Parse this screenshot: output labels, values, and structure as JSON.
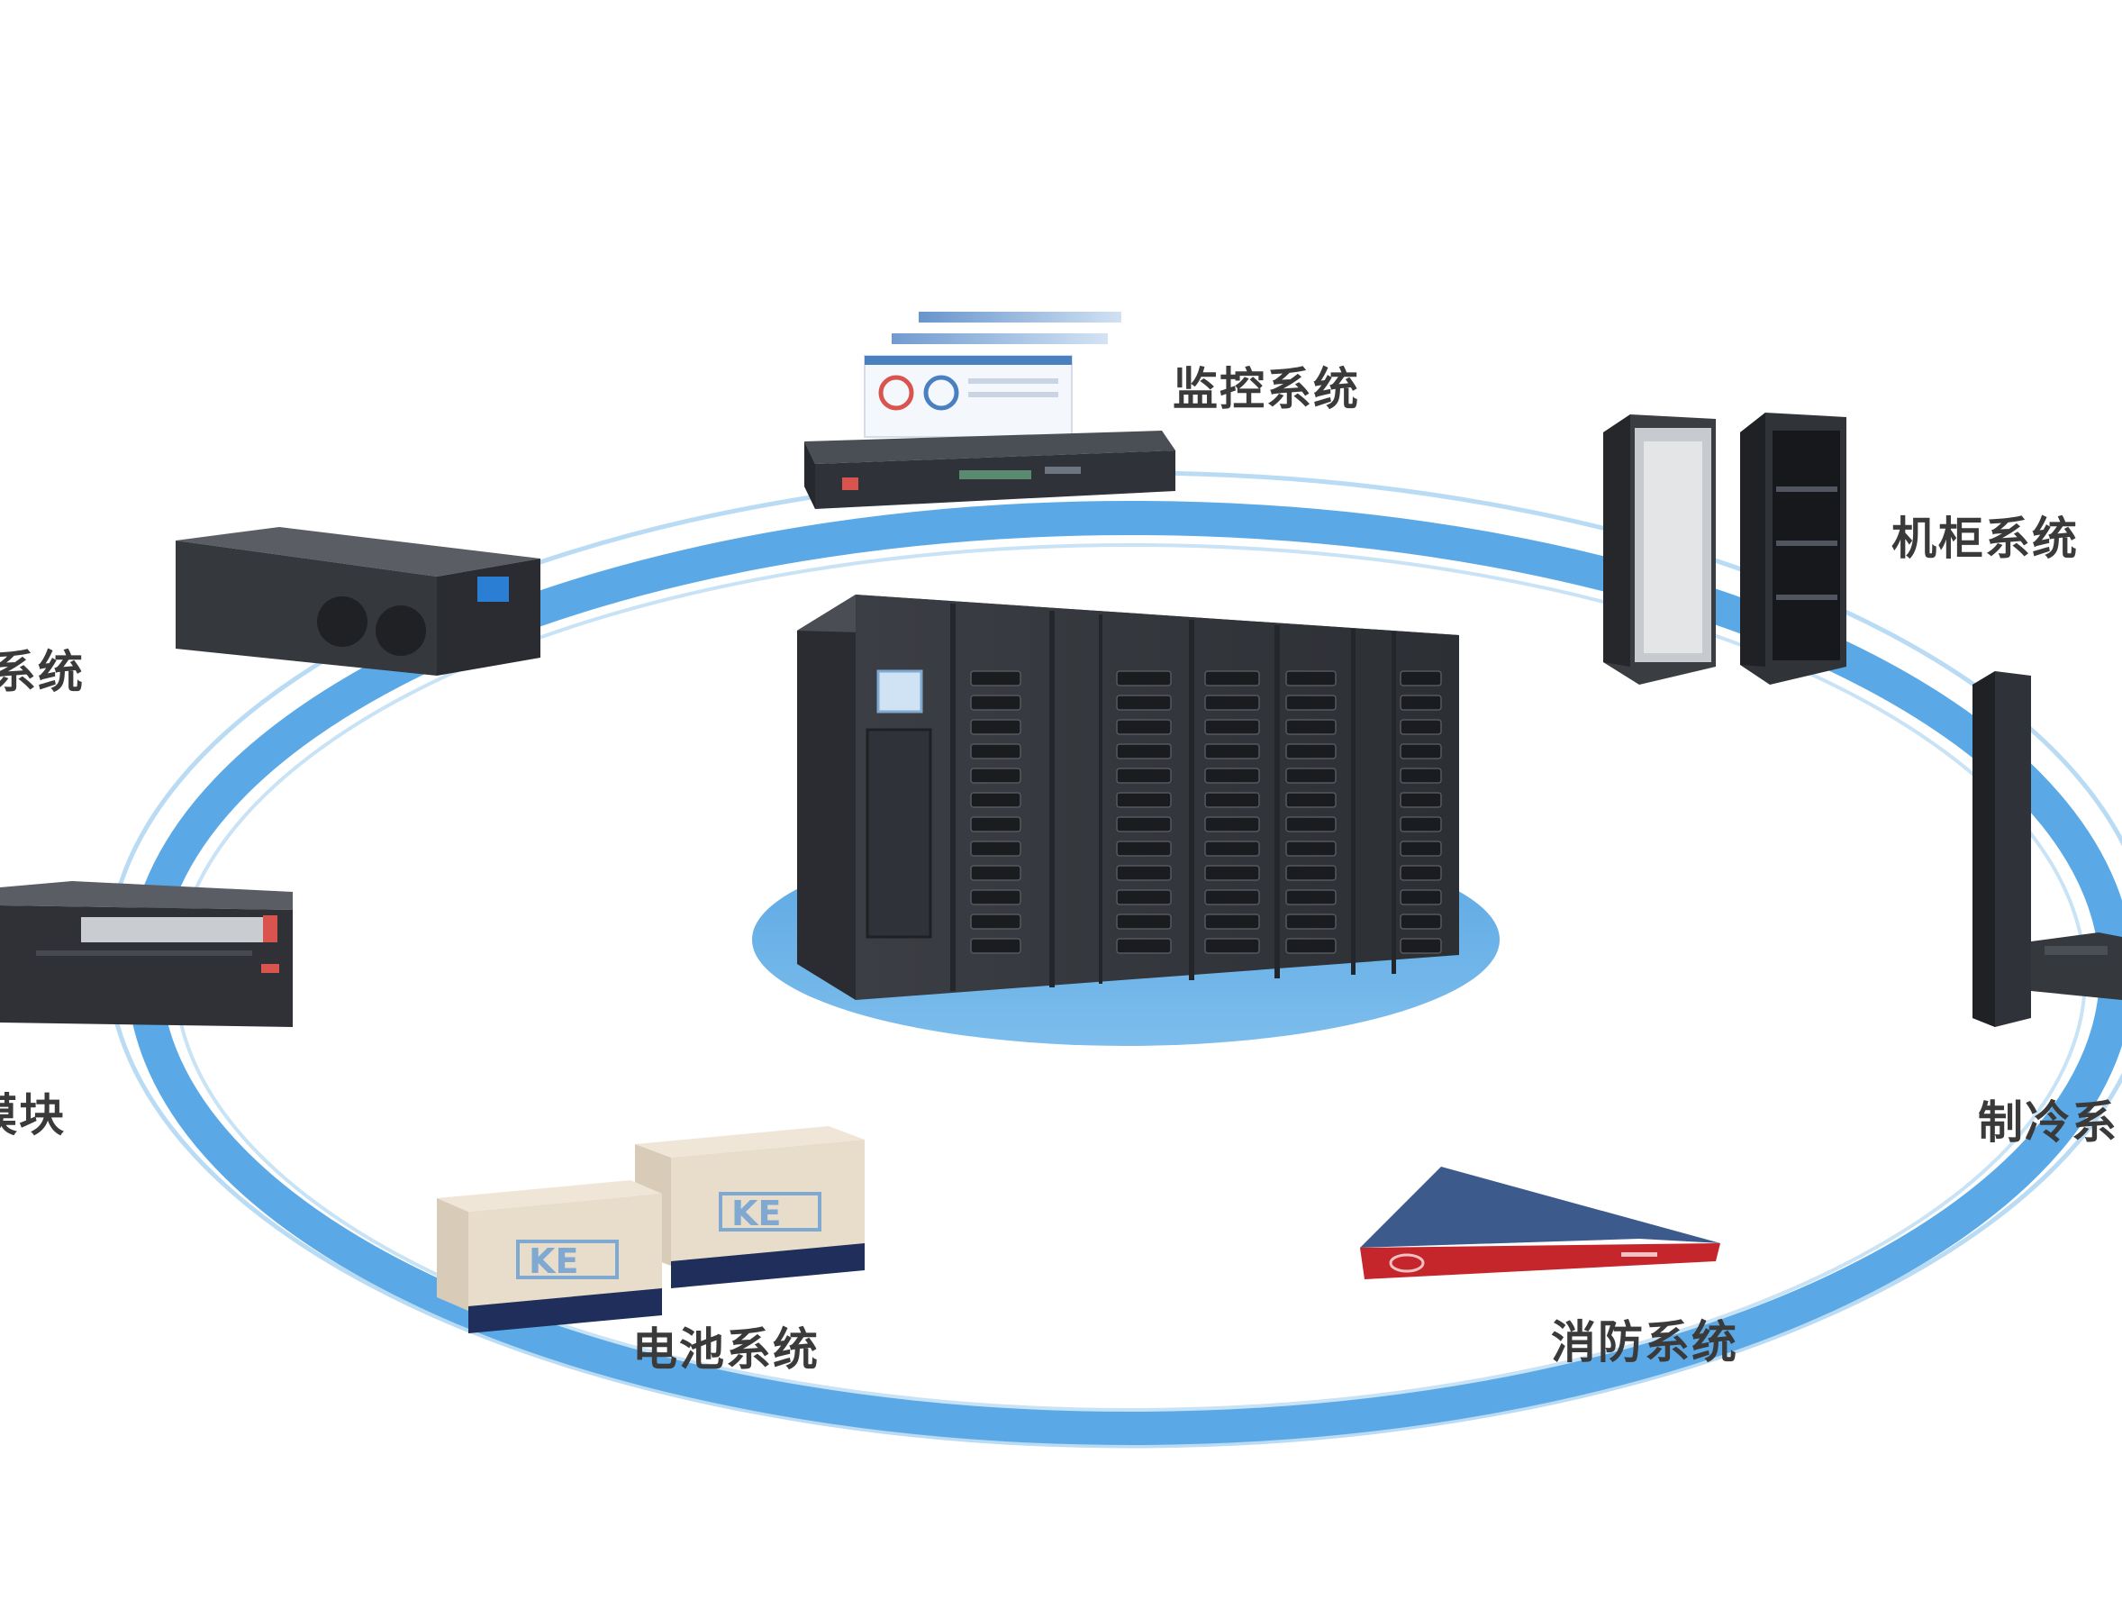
{
  "diagram": {
    "center": {
      "name": "micro-module-data-center"
    },
    "nodes": [
      {
        "id": "monitor",
        "label": "监控系统"
      },
      {
        "id": "cabinet",
        "label": "机柜系统"
      },
      {
        "id": "ups",
        "label": "S系统"
      },
      {
        "id": "module",
        "label": "l模块"
      },
      {
        "id": "battery",
        "label": "电池系统",
        "brand": "KE"
      },
      {
        "id": "fire",
        "label": "消防系统"
      },
      {
        "id": "cooling",
        "label": "制冷系"
      }
    ]
  },
  "colors": {
    "ring": "#5aa9e6",
    "ring_light": "#a9d3f2",
    "platform": "#6db3e8",
    "equipment_dark": "#3a3d42",
    "fire_red": "#c4262b",
    "fire_blue": "#3c5a8c",
    "battery_body": "#e8dccb",
    "battery_base": "#1f2e5a",
    "label_text": "#3a3a3a"
  }
}
